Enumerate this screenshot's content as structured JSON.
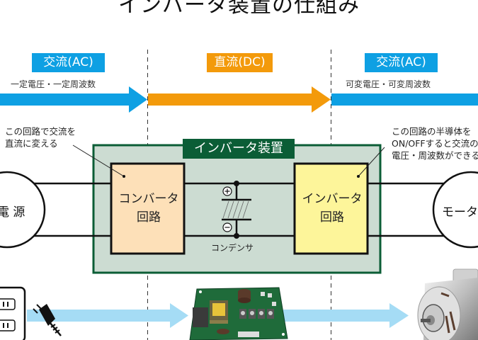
{
  "title": "インバータ装置の仕組み",
  "sections": {
    "left": {
      "tag": "交流(AC)",
      "subtitle": "一定電圧・一定周波数",
      "color": "#0ea0e3"
    },
    "middle": {
      "tag": "直流(DC)",
      "color": "#f39a0b"
    },
    "right": {
      "tag": "交流(AC)",
      "subtitle": "可変電圧・可変周波数",
      "color": "#0ea0e3"
    }
  },
  "notes": {
    "converter": "この回路で交流を\n直流に変える",
    "inverter": "この回路の半導体を\nON/OFFすると交流の\n電圧・周波数ができる"
  },
  "device": {
    "title": "インバータ装置",
    "converter_label_1": "コンバータ",
    "converter_label_2": "回路",
    "inverter_label_1": "インバータ",
    "inverter_label_2": "回路",
    "capacitor_label": "コンデンサ",
    "plus": "+",
    "minus": "−"
  },
  "power_source": {
    "label": "電 源"
  },
  "motor": {
    "label": "モータ"
  },
  "colors": {
    "ac_blue": "#0ea0e3",
    "dc_orange": "#f39a0b",
    "light_blue_arrow": "#a5dcf5",
    "device_bg": "#ccdcd2",
    "device_border": "#0b5d36",
    "converter_fill": "#fde0b8",
    "inverter_fill": "#fdf59a"
  }
}
